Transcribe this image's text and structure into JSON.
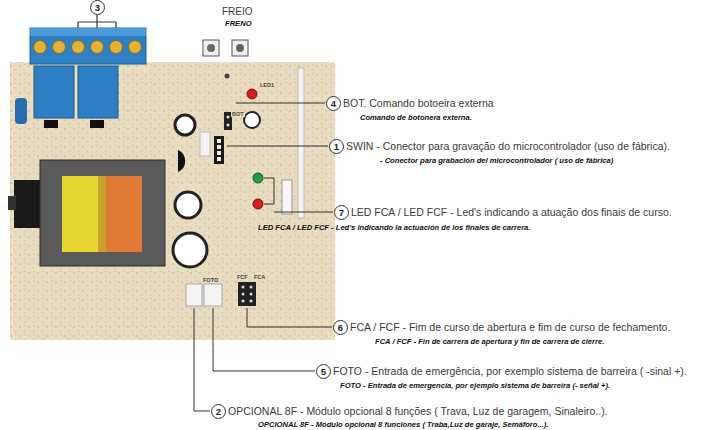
{
  "diagram": {
    "labels": [
      "3",
      "FREIO",
      "FRENO",
      "4",
      "BOT. Comando botoeira externa",
      "Comando de botonera externa.",
      "BOT",
      "LED1",
      "1",
      "SWIN - Conector para gravação do microcontrolador (uso de fábrica).",
      "- Conector para grabación del microcontrolador ( uso de fábrica)",
      "7",
      "LED FCA / LED FCF - Led's indicando a atuação dos finais de curso.",
      "LED FCA / LED FCF - Led's indicando la actuación de los finales de carrera.",
      "FOTO",
      "FCF",
      "FCA",
      "6",
      "FCA / FCF - Fim de curso de abertura e fim de curso de fechamento.",
      "FCA / FCF - Fin de carrera de apertura y fin de carrera de cierre.",
      "5",
      "FOTO - Entrada de emergência, por exemplo sistema de barreira ( -sinal +).",
      "FOTO - Entrada de emergencia, por ejemplo sistema de barreira (- señal +).",
      "2",
      "OPCIONAL 8F - Módulo opcional 8 funções ( Trava, Luz de garagem, Sinaleiro..).",
      "OPCIONAL 8F - Módulo opcional 8 funciones ( Traba,Luz de garaje, Semáforo...)."
    ]
  }
}
